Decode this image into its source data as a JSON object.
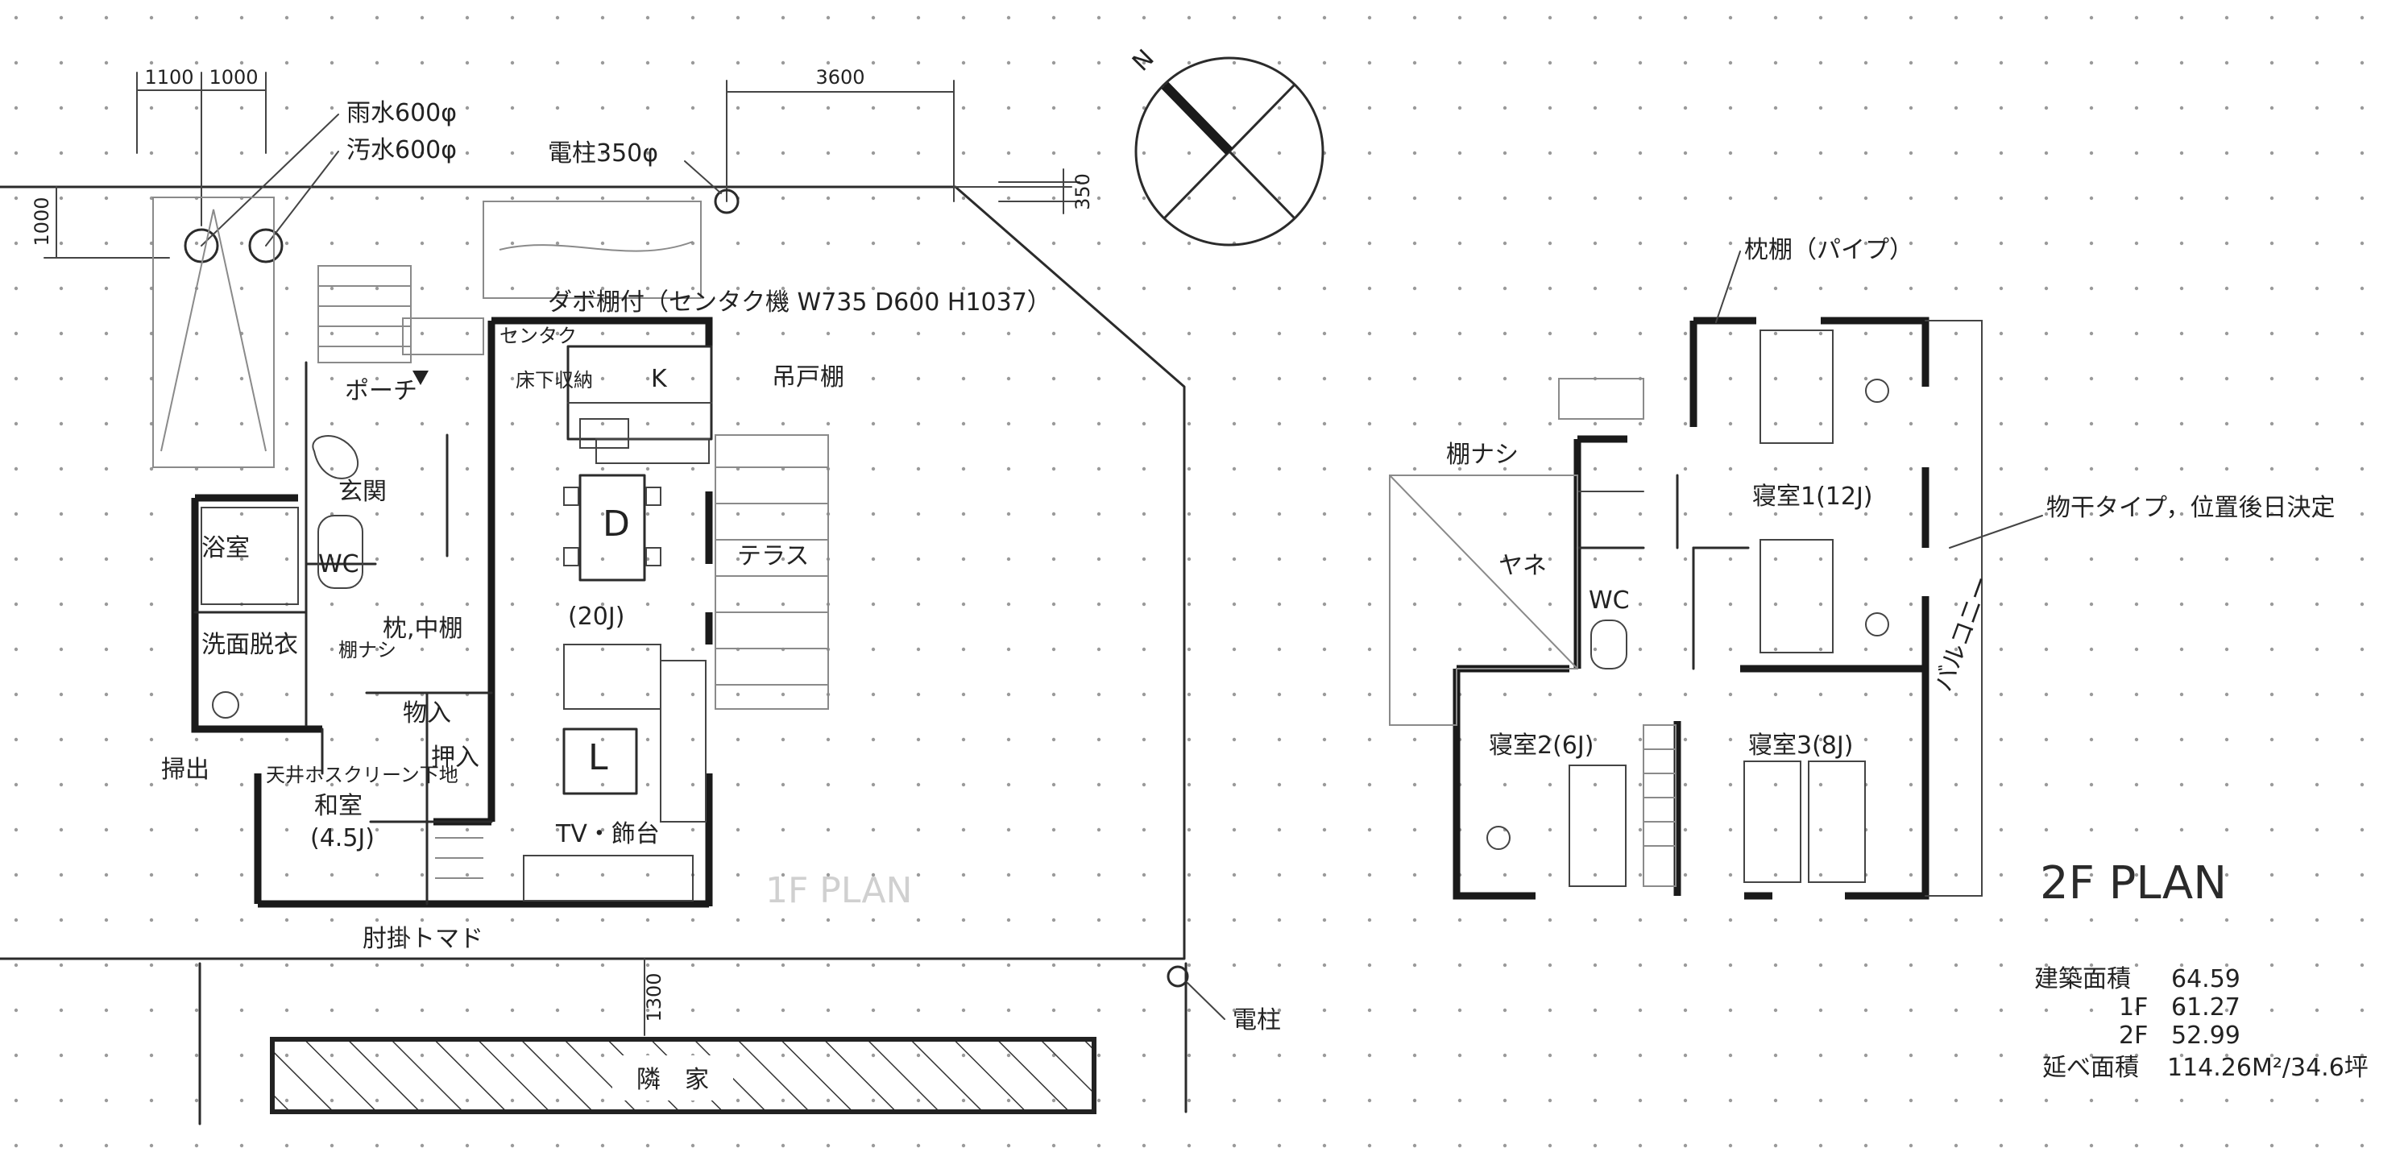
{
  "north_mark": "N",
  "dimensions": {
    "top_left_a": "1100",
    "top_left_b": "1000",
    "top_right": "3600",
    "left_side": "1000",
    "right_side": "350",
    "bottom_setback": "1300"
  },
  "site_labels": {
    "rainwater": "雨水600φ",
    "sewage": "汚水600φ",
    "pole_top": "電柱350φ",
    "pole_bottom": "電柱",
    "neighbor": "隣　家",
    "dagobo": "ダボ棚付（センタク機 W735 D600 H1037）"
  },
  "floor1": {
    "porch": "ポーチ",
    "entry": "玄関",
    "bath": "浴室",
    "wc": "WC",
    "washroom": "洗面脱衣",
    "pillow_shelf": "枕,中棚",
    "no_shelf": "棚ナシ",
    "storage": "物入",
    "closet": "押入",
    "ceiling_screen": "天井ホスクリーン下地",
    "waste": "掃出",
    "washitsu": "和室",
    "washitsu_size": "(4.5J)",
    "elbow_window": "肘掛トマド",
    "tv": "TV・飾台",
    "laundry_box": "センタク",
    "underfloor": "床下収納",
    "kitchen": "K",
    "hanging_shelf": "吊戸棚",
    "dining": "D",
    "ldk_size": "(20J)",
    "terrace": "テラス",
    "living": "L",
    "faint_label": "1F PLAN"
  },
  "floor2": {
    "pillow_pipe": "枕棚（パイプ）",
    "no_shelf": "棚ナシ",
    "roof": "ヤネ",
    "wc": "WC",
    "bed1": "寝室1(12J)",
    "bed2": "寝室2(6J)",
    "bed3": "寝室3(8J)",
    "balcony": "バルコニー",
    "drying_note": "物干タイプ，位置後日決定"
  },
  "plan_title": "2F PLAN",
  "areas": {
    "building_label": "建築面積",
    "building_value": "64.59",
    "f1_label": "1F",
    "f1_value": "61.27",
    "f2_label": "2F",
    "f2_value": "52.99",
    "total_label": "延べ面積",
    "total_value": "114.26M²/34.6坪"
  }
}
